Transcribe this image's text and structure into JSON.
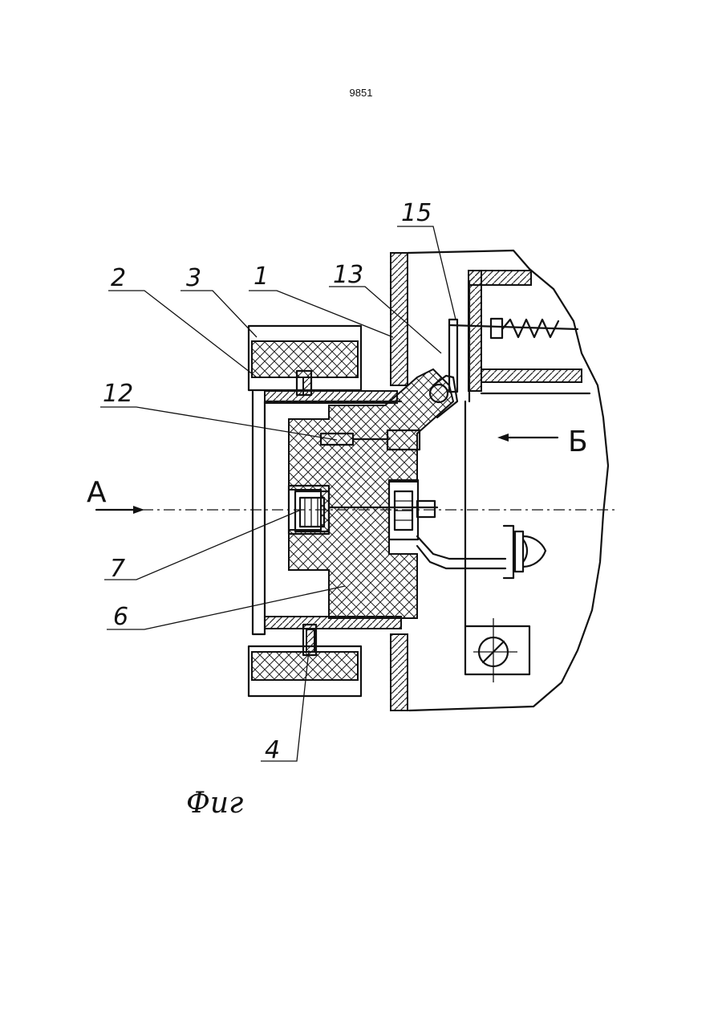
{
  "page": {
    "number": "9851"
  },
  "drawing": {
    "labels": {
      "part_2": "2",
      "part_3": "3",
      "part_1": "1",
      "part_13": "13",
      "part_15": "15",
      "part_12": "12",
      "part_7": "7",
      "part_6": "6",
      "part_4": "4",
      "view_a": "А",
      "view_b": "Б"
    },
    "caption": "Фиг"
  }
}
